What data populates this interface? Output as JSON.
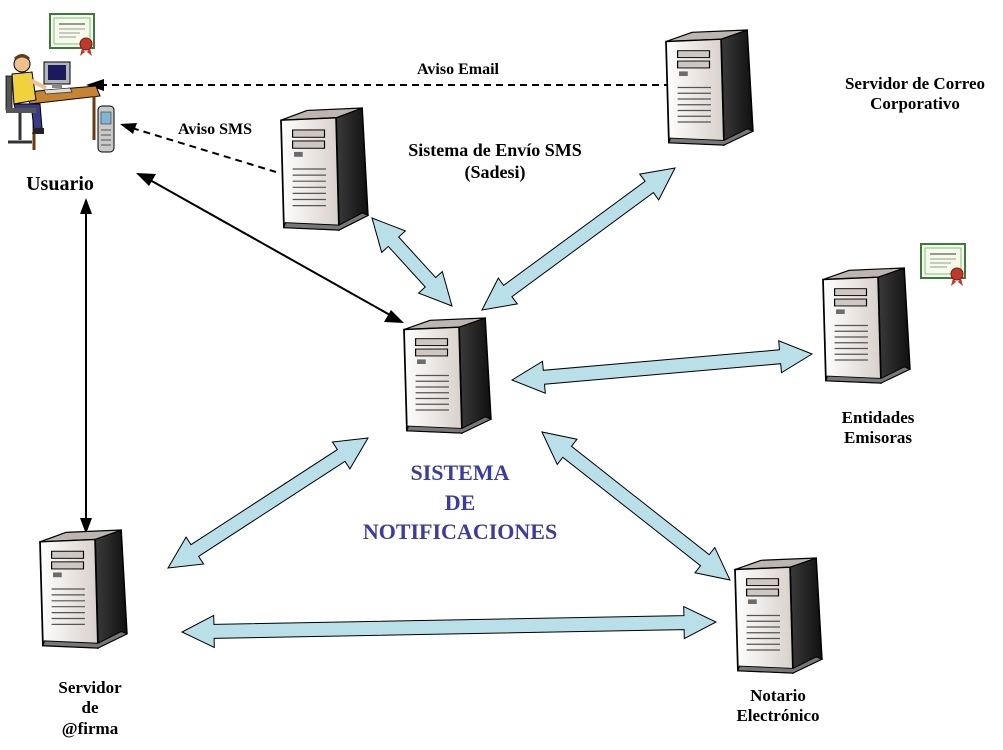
{
  "labels": {
    "user": "Usuario",
    "sms_line1": "Sistema de Envío SMS",
    "sms_line2": "(Sadesi)",
    "mail_line1": "Servidor de Correo",
    "mail_line2": "Corporativo",
    "core_line1": "SISTEMA",
    "core_line2": "DE",
    "core_line3": "NOTIFICACIONES",
    "entities_line1": "Entidades",
    "entities_line2": "Emisoras",
    "firma_line1": "Servidor",
    "firma_line2": "de",
    "firma_line3": "@firma",
    "notary_line1": "Notario",
    "notary_line2": "Electrónico",
    "aviso_email": "Aviso Email",
    "aviso_sms": "Aviso SMS"
  },
  "colors": {
    "arrow_fill": "#b9e0e8",
    "arrow_stroke": "#000000",
    "core_text": "#3a3aa8",
    "server_body": "#ece6e1"
  }
}
